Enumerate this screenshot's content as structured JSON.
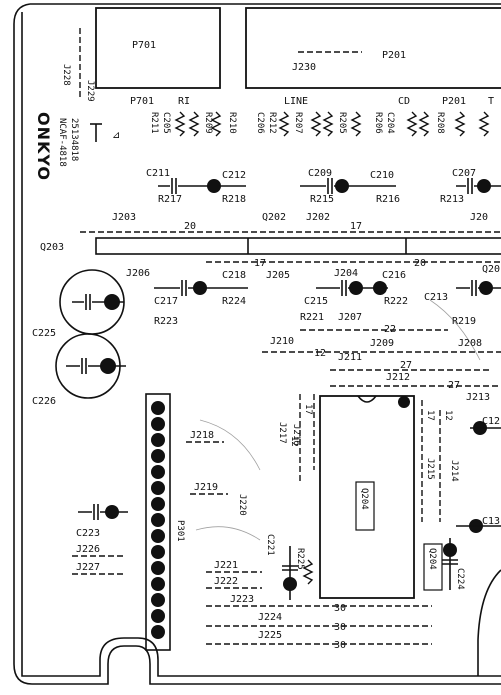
{
  "board": {
    "brand": "ONKYO",
    "part_no": "25134818",
    "code": "NCAF-4818"
  },
  "connectors": {
    "p701": "P701",
    "p701_label": "P701",
    "ri": "RI",
    "p201": "P201",
    "p201_label": "P201",
    "line": "LINE",
    "cd": "CD",
    "t": "T",
    "p301": "P301"
  },
  "jumpers": {
    "j228": "J228",
    "j229": "J229",
    "j230": "J230",
    "j203": "J203",
    "j202": "J202",
    "j20": "J20",
    "j206": "J206",
    "j205": "J205",
    "j204": "J204",
    "j207": "J207",
    "j209": "J209",
    "j208": "J208",
    "j210": "J210",
    "j211": "J211",
    "j212": "J212",
    "j213": "J213",
    "j217": "J217",
    "j216": "J216",
    "j215": "J215",
    "j214": "J214",
    "j218": "J218",
    "j219": "J219",
    "j220": "J220",
    "j221": "J221",
    "j222": "J222",
    "j223": "J223",
    "j224": "J224",
    "j225": "J225",
    "j226": "J226",
    "j227": "J227"
  },
  "capacitors": {
    "c205": "C205",
    "c206": "C206",
    "c204": "C204",
    "c211": "C211",
    "c212": "C212",
    "c209": "C209",
    "c210": "C210",
    "c207": "C207",
    "c218": "C218",
    "c217": "C217",
    "c216": "C216",
    "c215": "C215",
    "c213": "C213",
    "c225": "C225",
    "c226": "C226",
    "c223": "C223",
    "c221": "C221",
    "c224": "C224",
    "c12a": "C12",
    "c13a": "C13"
  },
  "resistors": {
    "r211": "R211",
    "r209": "R209",
    "r210": "R210",
    "r212": "R212",
    "r207": "R207",
    "r205": "R205",
    "r206": "R206",
    "r208": "R208",
    "r217": "R217",
    "r218": "R218",
    "r215": "R215",
    "r216": "R216",
    "r213": "R213",
    "r223": "R223",
    "r224": "R224",
    "r221": "R221",
    "r222": "R222",
    "r219": "R219",
    "r225": "R225"
  },
  "semis": {
    "q203": "Q203",
    "q202": "Q202",
    "q20": "Q20",
    "q204": "Q204",
    "q204b": "Q204"
  },
  "numbers": {
    "n20a": "20",
    "n17a": "17",
    "n17b": "17",
    "n20b": "20",
    "n22": "22",
    "n12a": "12",
    "n27a": "27",
    "n27b": "27",
    "n12b": "12",
    "n17c": "17",
    "n12c": "12",
    "n17d": "17",
    "n30a": "30",
    "n30b": "30",
    "n30c": "30"
  }
}
